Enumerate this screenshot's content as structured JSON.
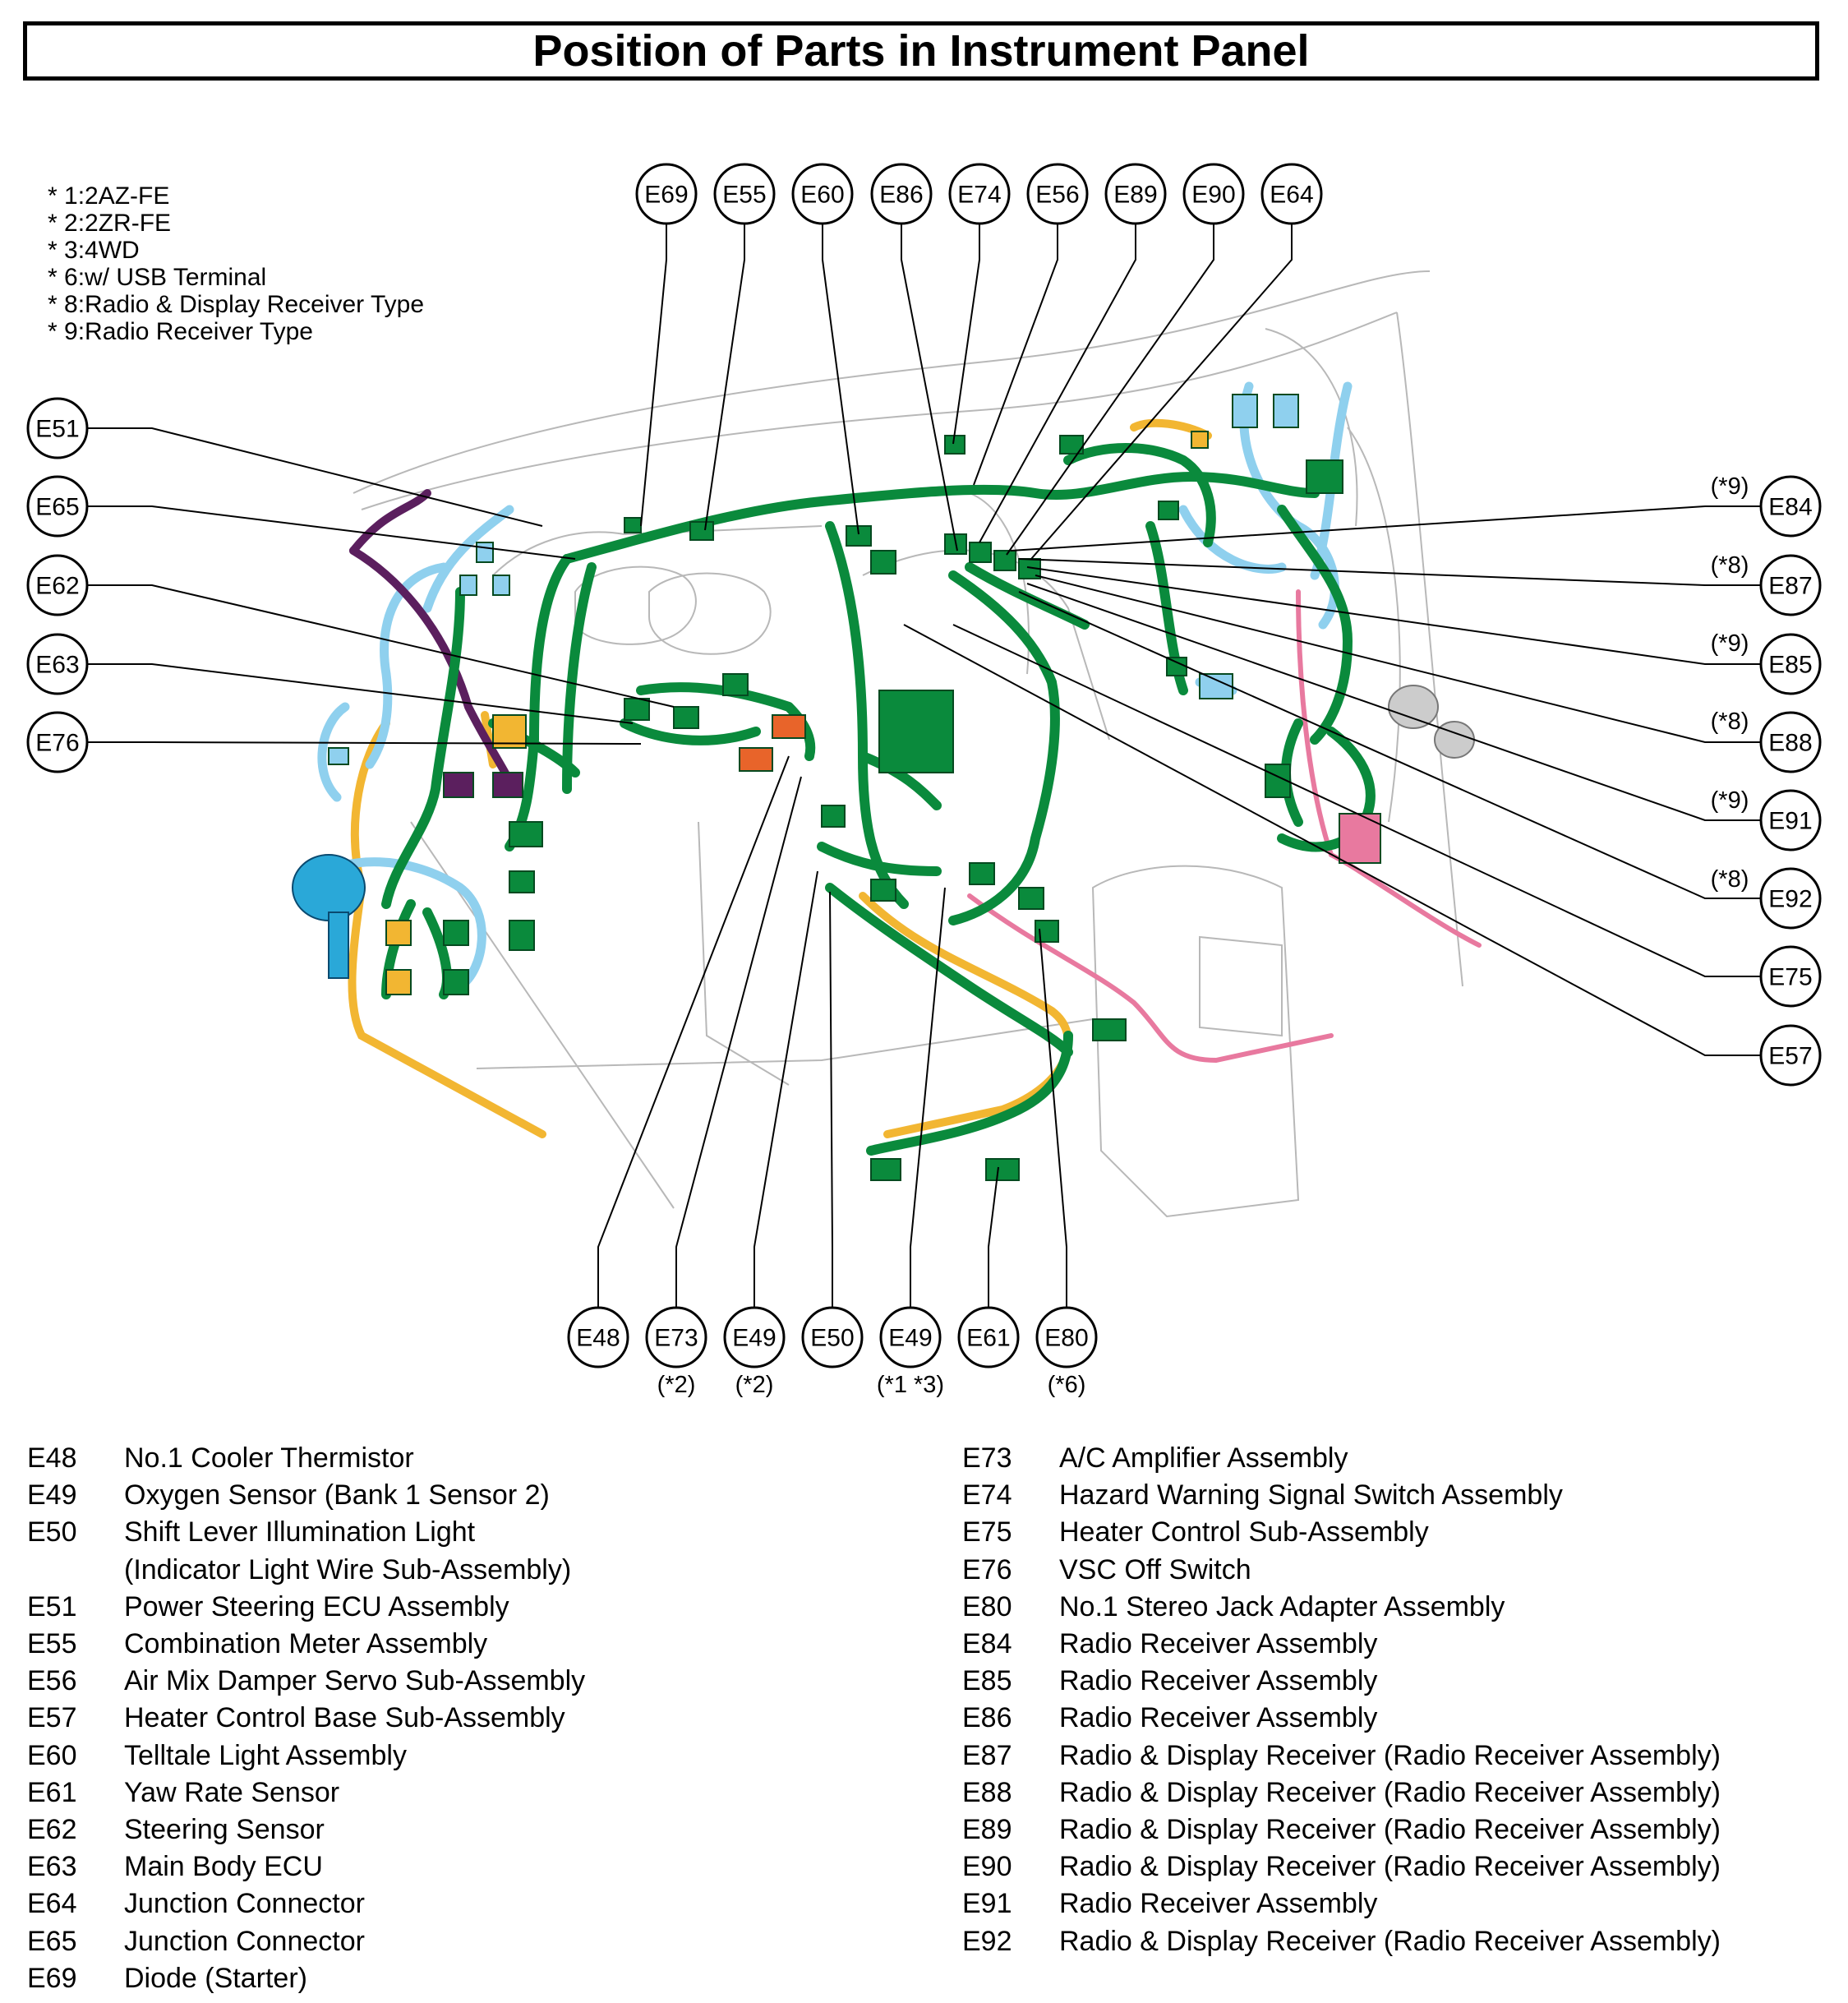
{
  "title": "Position of Parts in Instrument Panel",
  "footnotes": [
    "* 1:2AZ-FE",
    "* 2:2ZR-FE",
    "* 3:4WD",
    "* 6:w/ USB Terminal",
    "* 8:Radio & Display Receiver Type",
    "* 9:Radio Receiver Type"
  ],
  "callouts": {
    "top": [
      "E69",
      "E55",
      "E60",
      "E86",
      "E74",
      "E56",
      "E89",
      "E90",
      "E64"
    ],
    "left": [
      "E51",
      "E65",
      "E62",
      "E63",
      "E76"
    ],
    "right": [
      "E84",
      "E87",
      "E85",
      "E88",
      "E91",
      "E92",
      "E75",
      "E57"
    ],
    "right_notes": [
      "(*9)",
      "(*8)",
      "(*9)",
      "(*8)",
      "(*9)",
      "(*8)"
    ],
    "bottom": [
      "E48",
      "E73",
      "E49",
      "E50",
      "E49",
      "E61",
      "E80"
    ],
    "bottom_notes": [
      "(*2)",
      "(*2)",
      "(*1 *3)",
      "(*6)"
    ]
  },
  "legend": {
    "left": [
      {
        "code": "E48",
        "name": "No.1 Cooler Thermistor"
      },
      {
        "code": "E49",
        "name": "Oxygen Sensor (Bank 1 Sensor 2)"
      },
      {
        "code": "E50",
        "name": "Shift Lever Illumination Light"
      },
      {
        "code": "",
        "name": "(Indicator Light Wire Sub-Assembly)"
      },
      {
        "code": "E51",
        "name": "Power Steering ECU Assembly"
      },
      {
        "code": "E55",
        "name": "Combination Meter Assembly"
      },
      {
        "code": "E56",
        "name": "Air Mix Damper Servo Sub-Assembly"
      },
      {
        "code": "E57",
        "name": "Heater Control Base Sub-Assembly"
      },
      {
        "code": "E60",
        "name": "Telltale Light Assembly"
      },
      {
        "code": "E61",
        "name": "Yaw Rate Sensor"
      },
      {
        "code": "E62",
        "name": "Steering Sensor"
      },
      {
        "code": "E63",
        "name": "Main Body ECU"
      },
      {
        "code": "E64",
        "name": "Junction Connector"
      },
      {
        "code": "E65",
        "name": "Junction Connector"
      },
      {
        "code": "E69",
        "name": "Diode (Starter)"
      }
    ],
    "right": [
      {
        "code": "E73",
        "name": "A/C Amplifier Assembly"
      },
      {
        "code": "E74",
        "name": "Hazard Warning Signal Switch Assembly"
      },
      {
        "code": "E75",
        "name": "Heater Control Sub-Assembly"
      },
      {
        "code": "E76",
        "name": "VSC Off Switch"
      },
      {
        "code": "E80",
        "name": "No.1 Stereo Jack Adapter Assembly"
      },
      {
        "code": "E84",
        "name": "Radio Receiver Assembly"
      },
      {
        "code": "E85",
        "name": "Radio Receiver Assembly"
      },
      {
        "code": "E86",
        "name": "Radio Receiver Assembly"
      },
      {
        "code": "E87",
        "name": "Radio & Display Receiver (Radio Receiver Assembly)"
      },
      {
        "code": "E88",
        "name": "Radio & Display Receiver (Radio Receiver Assembly)"
      },
      {
        "code": "E89",
        "name": "Radio & Display Receiver (Radio Receiver Assembly)"
      },
      {
        "code": "E90",
        "name": "Radio & Display Receiver (Radio Receiver Assembly)"
      },
      {
        "code": "E91",
        "name": "Radio Receiver Assembly"
      },
      {
        "code": "E92",
        "name": "Radio & Display Receiver (Radio Receiver Assembly)"
      }
    ]
  },
  "colors": {
    "harness_main": "#0a8a3c",
    "harness_blue": "#8fd0ee",
    "harness_yellow": "#f2b632",
    "harness_purple": "#5b1f5e",
    "harness_pink": "#e8799f",
    "harness_orange": "#e8642a",
    "outline": "#b8b8b8"
  }
}
